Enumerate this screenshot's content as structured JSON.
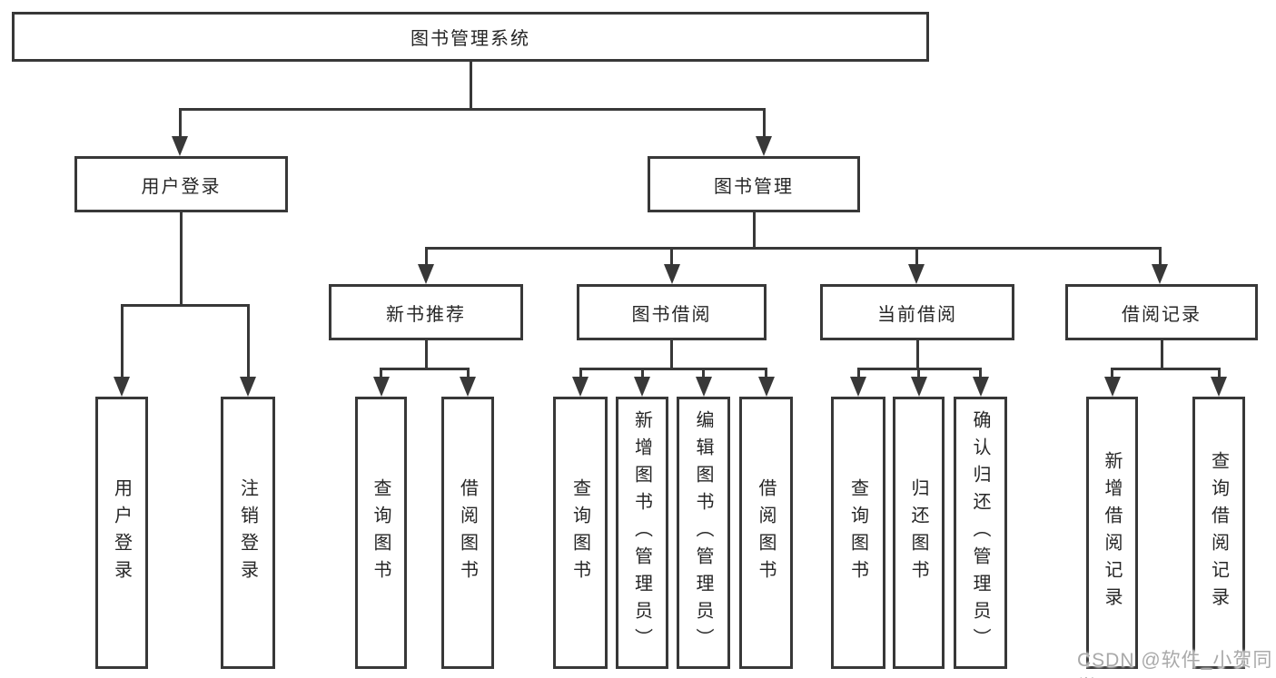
{
  "colors": {
    "line": "#383838",
    "text": "#262626",
    "node_background": "#ffffff",
    "page_background": "#ffffff",
    "watermark": "#a9a9a9"
  },
  "watermark": {
    "text": "CSDN @软件_小贺同学"
  },
  "nodes": {
    "root": {
      "label": "图书管理系统"
    },
    "level2": {
      "user_login": {
        "label": "用户登录"
      },
      "book_management": {
        "label": "图书管理"
      }
    },
    "level3": {
      "new_book_recommend": {
        "label": "新书推荐"
      },
      "book_borrowing": {
        "label": "图书借阅"
      },
      "current_borrowing": {
        "label": "当前借阅"
      },
      "borrowing_records": {
        "label": "借阅记录"
      }
    },
    "leaves": {
      "user_login": [
        "用户登录",
        "注销登录"
      ],
      "new_book_recommend": [
        "查询图书",
        "借阅图书"
      ],
      "book_borrowing": [
        "查询图书",
        "新增图书（管理员）",
        "编辑图书（管理员）",
        "借阅图书"
      ],
      "current_borrowing": [
        "查询图书",
        "归还图书",
        "确认归还（管理员）"
      ],
      "borrowing_records": [
        "新增借阅记录",
        "查询借阅记录"
      ]
    }
  }
}
